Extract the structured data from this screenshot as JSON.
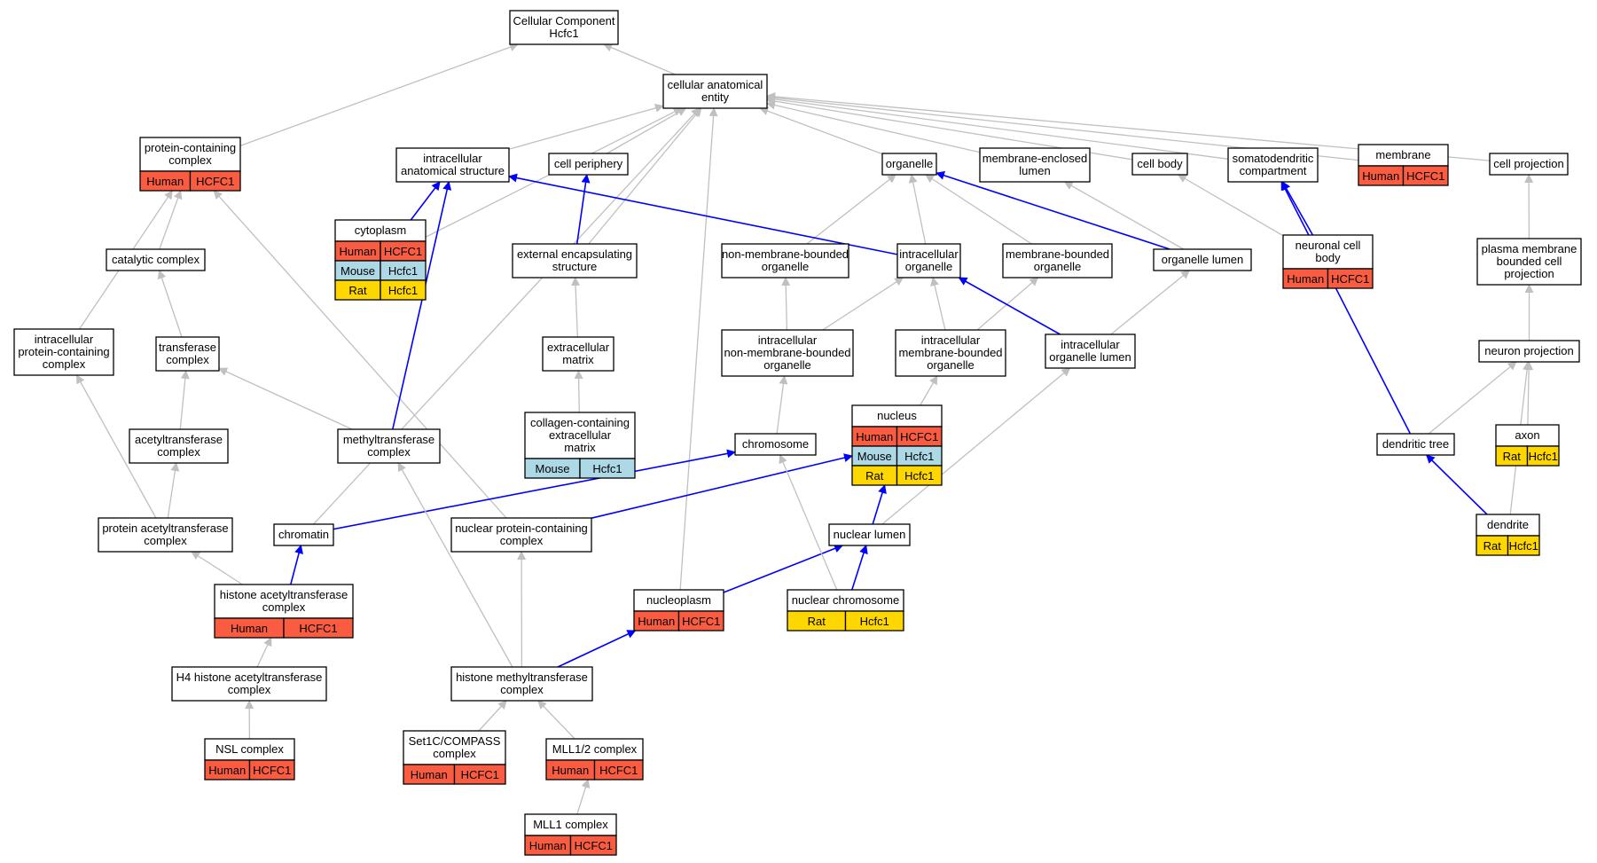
{
  "colors": {
    "Human": "#fa5c42",
    "Mouse": "#add8e6",
    "Rat": "#ffd700",
    "is_a_edge": "#c0c0c0",
    "part_of_edge": "#0000ff"
  },
  "nodes": [
    {
      "id": "cc",
      "lines": [
        "Cellular Component",
        "Hcfc1"
      ],
      "rows": []
    },
    {
      "id": "cae",
      "lines": [
        "cellular anatomical",
        "entity"
      ],
      "rows": []
    },
    {
      "id": "pcc",
      "lines": [
        "protein-containing",
        "complex"
      ],
      "rows": [
        [
          "Human",
          "HCFC1"
        ]
      ]
    },
    {
      "id": "ias",
      "lines": [
        "intracellular",
        "anatomical structure"
      ],
      "rows": []
    },
    {
      "id": "cper",
      "lines": [
        "cell periphery"
      ],
      "rows": []
    },
    {
      "id": "org",
      "lines": [
        "organelle"
      ],
      "rows": []
    },
    {
      "id": "mel",
      "lines": [
        "membrane-enclosed",
        "lumen"
      ],
      "rows": []
    },
    {
      "id": "cbody",
      "lines": [
        "cell body"
      ],
      "rows": []
    },
    {
      "id": "sdc",
      "lines": [
        "somatodendritic",
        "compartment"
      ],
      "rows": []
    },
    {
      "id": "memb",
      "lines": [
        "membrane"
      ],
      "rows": [
        [
          "Human",
          "HCFC1"
        ]
      ]
    },
    {
      "id": "cproj",
      "lines": [
        "cell projection"
      ],
      "rows": []
    },
    {
      "id": "cyto",
      "lines": [
        "cytoplasm"
      ],
      "rows": [
        [
          "Human",
          "HCFC1"
        ],
        [
          "Mouse",
          "Hcfc1"
        ],
        [
          "Rat",
          "Hcfc1"
        ]
      ]
    },
    {
      "id": "catc",
      "lines": [
        "catalytic complex"
      ],
      "rows": []
    },
    {
      "id": "ees",
      "lines": [
        "external encapsulating",
        "structure"
      ],
      "rows": []
    },
    {
      "id": "nmbo",
      "lines": [
        "non-membrane-bounded",
        "organelle"
      ],
      "rows": []
    },
    {
      "id": "io",
      "lines": [
        "intracellular",
        "organelle"
      ],
      "rows": []
    },
    {
      "id": "mbo",
      "lines": [
        "membrane-bounded",
        "organelle"
      ],
      "rows": []
    },
    {
      "id": "olum",
      "lines": [
        "organelle lumen"
      ],
      "rows": []
    },
    {
      "id": "ncb",
      "lines": [
        "neuronal cell",
        "body"
      ],
      "rows": [
        [
          "Human",
          "HCFC1"
        ]
      ]
    },
    {
      "id": "pmbcp",
      "lines": [
        "plasma membrane",
        "bounded cell",
        "projection"
      ],
      "rows": []
    },
    {
      "id": "ipcc",
      "lines": [
        "intracellular",
        "protein-containing",
        "complex"
      ],
      "rows": []
    },
    {
      "id": "trc",
      "lines": [
        "transferase",
        "complex"
      ],
      "rows": []
    },
    {
      "id": "ecm",
      "lines": [
        "extracellular",
        "matrix"
      ],
      "rows": []
    },
    {
      "id": "inmbo",
      "lines": [
        "intracellular",
        "non-membrane-bounded",
        "organelle"
      ],
      "rows": []
    },
    {
      "id": "imbo",
      "lines": [
        "intracellular",
        "membrane-bounded",
        "organelle"
      ],
      "rows": []
    },
    {
      "id": "iol",
      "lines": [
        "intracellular",
        "organelle lumen"
      ],
      "rows": []
    },
    {
      "id": "nproj",
      "lines": [
        "neuron projection"
      ],
      "rows": []
    },
    {
      "id": "actc",
      "lines": [
        "acetyltransferase",
        "complex"
      ],
      "rows": []
    },
    {
      "id": "mtc",
      "lines": [
        "methyltransferase",
        "complex"
      ],
      "rows": []
    },
    {
      "id": "ccecm",
      "lines": [
        "collagen-containing",
        "extracellular",
        "matrix"
      ],
      "rows": [
        [
          "Mouse",
          "Hcfc1"
        ]
      ]
    },
    {
      "id": "chrom",
      "lines": [
        "chromosome"
      ],
      "rows": []
    },
    {
      "id": "nuc",
      "lines": [
        "nucleus"
      ],
      "rows": [
        [
          "Human",
          "HCFC1"
        ],
        [
          "Mouse",
          "Hcfc1"
        ],
        [
          "Rat",
          "Hcfc1"
        ]
      ]
    },
    {
      "id": "axon",
      "lines": [
        "axon"
      ],
      "rows": [
        [
          "Rat",
          "Hcfc1"
        ]
      ]
    },
    {
      "id": "dtree",
      "lines": [
        "dendritic tree"
      ],
      "rows": []
    },
    {
      "id": "patc",
      "lines": [
        "protein acetyltransferase",
        "complex"
      ],
      "rows": []
    },
    {
      "id": "chromatin",
      "lines": [
        "chromatin"
      ],
      "rows": []
    },
    {
      "id": "npcc",
      "lines": [
        "nuclear protein-containing",
        "complex"
      ],
      "rows": []
    },
    {
      "id": "nlum",
      "lines": [
        "nuclear lumen"
      ],
      "rows": []
    },
    {
      "id": "dend",
      "lines": [
        "dendrite"
      ],
      "rows": [
        [
          "Rat",
          "Hcfc1"
        ]
      ]
    },
    {
      "id": "hatc",
      "lines": [
        "histone acetyltransferase",
        "complex"
      ],
      "rows": [
        [
          "Human",
          "HCFC1"
        ]
      ]
    },
    {
      "id": "nucp",
      "lines": [
        "nucleoplasm"
      ],
      "rows": [
        [
          "Human",
          "HCFC1"
        ]
      ]
    },
    {
      "id": "nchr",
      "lines": [
        "nuclear chromosome"
      ],
      "rows": [
        [
          "Rat",
          "Hcfc1"
        ]
      ]
    },
    {
      "id": "h4hatc",
      "lines": [
        "H4 histone acetyltransferase",
        "complex"
      ],
      "rows": []
    },
    {
      "id": "hmtc",
      "lines": [
        "histone methyltransferase",
        "complex"
      ],
      "rows": []
    },
    {
      "id": "nsl",
      "lines": [
        "NSL complex"
      ],
      "rows": [
        [
          "Human",
          "HCFC1"
        ]
      ]
    },
    {
      "id": "set1c",
      "lines": [
        "Set1C/COMPASS",
        "complex"
      ],
      "rows": [
        [
          "Human",
          "HCFC1"
        ]
      ]
    },
    {
      "id": "mll12",
      "lines": [
        "MLL1/2 complex"
      ],
      "rows": [
        [
          "Human",
          "HCFC1"
        ]
      ]
    },
    {
      "id": "mll1",
      "lines": [
        "MLL1 complex"
      ],
      "rows": [
        [
          "Human",
          "HCFC1"
        ]
      ]
    }
  ],
  "edges": [
    {
      "from": "cae",
      "to": "cc",
      "rel": "is_a"
    },
    {
      "from": "pcc",
      "to": "cc",
      "rel": "is_a"
    },
    {
      "from": "ias",
      "to": "cae",
      "rel": "is_a"
    },
    {
      "from": "cper",
      "to": "cae",
      "rel": "is_a"
    },
    {
      "from": "org",
      "to": "cae",
      "rel": "is_a"
    },
    {
      "from": "mel",
      "to": "cae",
      "rel": "is_a"
    },
    {
      "from": "cbody",
      "to": "cae",
      "rel": "is_a"
    },
    {
      "from": "sdc",
      "to": "cae",
      "rel": "is_a"
    },
    {
      "from": "memb",
      "to": "cae",
      "rel": "is_a"
    },
    {
      "from": "cproj",
      "to": "cae",
      "rel": "is_a"
    },
    {
      "from": "cyto",
      "to": "cae",
      "rel": "is_a"
    },
    {
      "from": "ees",
      "to": "cae",
      "rel": "is_a"
    },
    {
      "from": "chromatin",
      "to": "cae",
      "rel": "is_a"
    },
    {
      "from": "nucp",
      "to": "cae",
      "rel": "is_a"
    },
    {
      "from": "cyto",
      "to": "ias",
      "rel": "part_of"
    },
    {
      "from": "catc",
      "to": "pcc",
      "rel": "is_a"
    },
    {
      "from": "ipcc",
      "to": "pcc",
      "rel": "is_a"
    },
    {
      "from": "npcc",
      "to": "pcc",
      "rel": "is_a"
    },
    {
      "from": "ees",
      "to": "cper",
      "rel": "part_of"
    },
    {
      "from": "nmbo",
      "to": "org",
      "rel": "is_a"
    },
    {
      "from": "io",
      "to": "org",
      "rel": "is_a"
    },
    {
      "from": "mbo",
      "to": "org",
      "rel": "is_a"
    },
    {
      "from": "io",
      "to": "ias",
      "rel": "part_of"
    },
    {
      "from": "olum",
      "to": "org",
      "rel": "part_of"
    },
    {
      "from": "olum",
      "to": "mel",
      "rel": "is_a"
    },
    {
      "from": "ncb",
      "to": "cbody",
      "rel": "is_a"
    },
    {
      "from": "ncb",
      "to": "sdc",
      "rel": "part_of"
    },
    {
      "from": "pmbcp",
      "to": "cproj",
      "rel": "is_a"
    },
    {
      "from": "trc",
      "to": "catc",
      "rel": "is_a"
    },
    {
      "from": "ecm",
      "to": "ees",
      "rel": "is_a"
    },
    {
      "from": "inmbo",
      "to": "nmbo",
      "rel": "is_a"
    },
    {
      "from": "inmbo",
      "to": "io",
      "rel": "is_a"
    },
    {
      "from": "imbo",
      "to": "io",
      "rel": "is_a"
    },
    {
      "from": "imbo",
      "to": "mbo",
      "rel": "is_a"
    },
    {
      "from": "iol",
      "to": "io",
      "rel": "part_of"
    },
    {
      "from": "iol",
      "to": "olum",
      "rel": "is_a"
    },
    {
      "from": "nproj",
      "to": "pmbcp",
      "rel": "is_a"
    },
    {
      "from": "actc",
      "to": "trc",
      "rel": "is_a"
    },
    {
      "from": "mtc",
      "to": "trc",
      "rel": "is_a"
    },
    {
      "from": "mtc",
      "to": "ias",
      "rel": "part_of"
    },
    {
      "from": "ccecm",
      "to": "ecm",
      "rel": "is_a"
    },
    {
      "from": "chrom",
      "to": "inmbo",
      "rel": "is_a"
    },
    {
      "from": "nuc",
      "to": "imbo",
      "rel": "is_a"
    },
    {
      "from": "axon",
      "to": "nproj",
      "rel": "is_a"
    },
    {
      "from": "dtree",
      "to": "nproj",
      "rel": "is_a"
    },
    {
      "from": "dtree",
      "to": "sdc",
      "rel": "part_of"
    },
    {
      "from": "patc",
      "to": "actc",
      "rel": "is_a"
    },
    {
      "from": "patc",
      "to": "ipcc",
      "rel": "is_a"
    },
    {
      "from": "chromatin",
      "to": "chrom",
      "rel": "part_of"
    },
    {
      "from": "npcc",
      "to": "nuc",
      "rel": "part_of"
    },
    {
      "from": "nlum",
      "to": "nuc",
      "rel": "part_of"
    },
    {
      "from": "nlum",
      "to": "iol",
      "rel": "is_a"
    },
    {
      "from": "dend",
      "to": "nproj",
      "rel": "is_a"
    },
    {
      "from": "dend",
      "to": "dtree",
      "rel": "part_of"
    },
    {
      "from": "hatc",
      "to": "patc",
      "rel": "is_a"
    },
    {
      "from": "hatc",
      "to": "chromatin",
      "rel": "part_of"
    },
    {
      "from": "nucp",
      "to": "nlum",
      "rel": "part_of"
    },
    {
      "from": "nchr",
      "to": "nlum",
      "rel": "part_of"
    },
    {
      "from": "nchr",
      "to": "chrom",
      "rel": "is_a"
    },
    {
      "from": "h4hatc",
      "to": "hatc",
      "rel": "is_a"
    },
    {
      "from": "hmtc",
      "to": "mtc",
      "rel": "is_a"
    },
    {
      "from": "hmtc",
      "to": "npcc",
      "rel": "is_a"
    },
    {
      "from": "hmtc",
      "to": "nucp",
      "rel": "part_of"
    },
    {
      "from": "nsl",
      "to": "h4hatc",
      "rel": "is_a"
    },
    {
      "from": "set1c",
      "to": "hmtc",
      "rel": "is_a"
    },
    {
      "from": "mll12",
      "to": "hmtc",
      "rel": "is_a"
    },
    {
      "from": "mll1",
      "to": "mll12",
      "rel": "is_a"
    }
  ]
}
